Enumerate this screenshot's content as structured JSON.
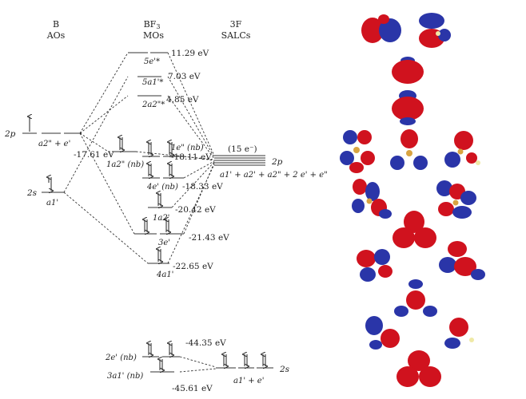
{
  "headers": {
    "b_title": "B",
    "b_sub": "AOs",
    "bf3_title": "BF",
    "bf3_sub3": "3",
    "bf3_sub": "MOs",
    "f_title": "3F",
    "f_sub": "SALCs"
  },
  "b_levels": {
    "p_label": "2p",
    "p_sym": "a2\" + e'",
    "s_label": "2s",
    "s_sym": "a1'"
  },
  "mo_levels": [
    {
      "label": "5e'*",
      "energy": "11.29 eV"
    },
    {
      "label": "5a1'*",
      "energy": "7.03 eV"
    },
    {
      "label": "2a2\"*",
      "energy": "4.85 eV"
    },
    {
      "label": "1a2\" (nb)",
      "energy": "-17.61 eV"
    },
    {
      "label": "1e\" (nb)",
      "energy": "-18.11 eV"
    },
    {
      "label": "4e' (nb)",
      "energy": "-18.33 eV"
    },
    {
      "label": "1a2'",
      "energy": "-20.42 eV"
    },
    {
      "label": "3e'",
      "energy": "-21.43 eV"
    },
    {
      "label": "4a1'",
      "energy": "-22.65 eV"
    }
  ],
  "f_salcs": {
    "electrons": "(15 e⁻)",
    "p_label": "2p",
    "p_sym": "a1' + a2' + a2\" + 2 e' + e\"",
    "s_label": "2s",
    "s_sym": "a1' + e'"
  },
  "nb_levels": [
    {
      "label": "2e' (nb)",
      "energy": "-44.35 eV"
    },
    {
      "label": "3a1' (nb)",
      "energy": "-45.61 eV"
    }
  ],
  "colors": {
    "lobe_positive": "#d0121e",
    "lobe_negative": "#2a35a8",
    "boron_atom": "#d9a441",
    "fluorine_atom": "#efe9a6"
  }
}
